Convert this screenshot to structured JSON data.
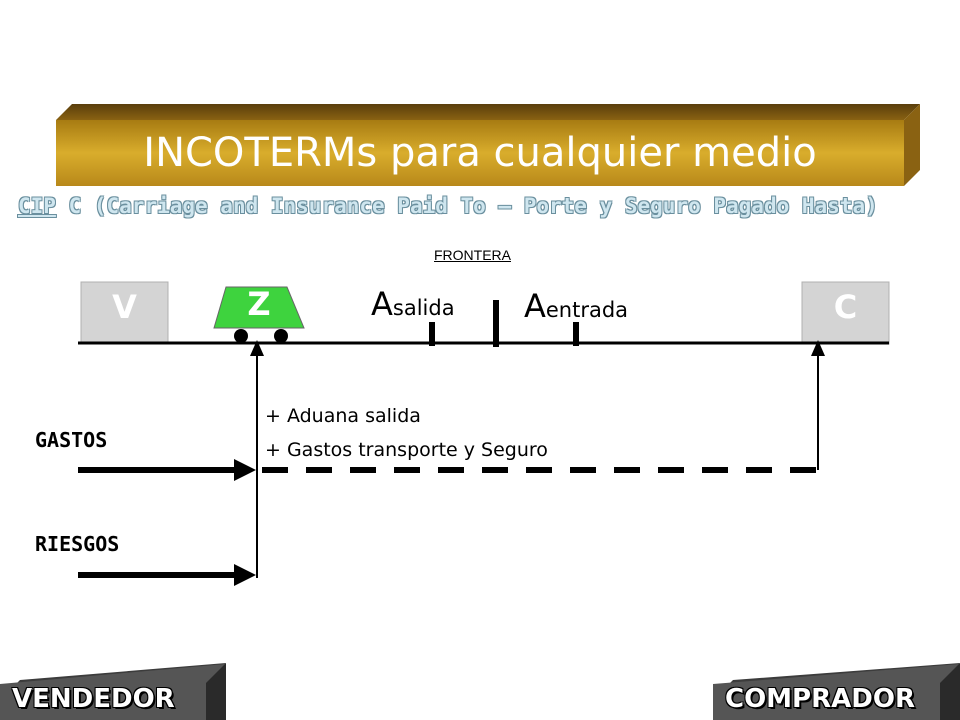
{
  "title": "INCOTERMs para cualquier medio",
  "subtitle": {
    "code": "CIP",
    "text": " C (Carriage and Insurance Paid To – Porte y Seguro Pagado Hasta)"
  },
  "frontera_label": "FRONTERA",
  "boxes": {
    "seller": "V",
    "transport": "Z",
    "buyer": "C"
  },
  "customs": {
    "exit_main": "A",
    "exit_sub": "salida",
    "entry_main": "A",
    "entry_sub": "entrada"
  },
  "notes": [
    "+ Aduana salida",
    "+ Gastos transporte y Seguro"
  ],
  "labels": {
    "gastos": "GASTOS",
    "riesgos": "RIESGOS"
  },
  "parties": {
    "seller": "VENDEDOR",
    "buyer": "COMPRADOR"
  },
  "colors": {
    "banner_gold": "#c89a1e",
    "box_gray": "#d4d4d4",
    "subtitle_blue": "#cfe6ef"
  }
}
